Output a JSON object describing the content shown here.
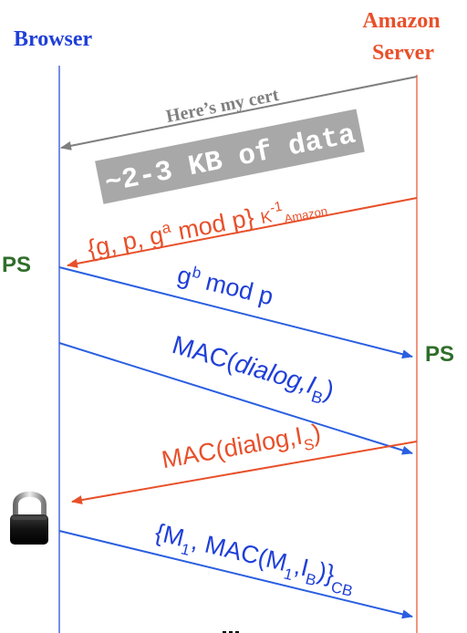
{
  "colors": {
    "browser": "#1f3fd8",
    "server": "#e8502a",
    "gray": "#7f7f7f",
    "ps": "#2f6e2a",
    "data_box": "#a8a8a8"
  },
  "parties": {
    "browser": "Browser",
    "server_line1": "Amazon",
    "server_line2": "Server"
  },
  "cert": {
    "label": "Here’s my cert",
    "data_size": "~2-3 KB of data"
  },
  "dh_msg": {
    "open": "{g, p, g",
    "exp": "a",
    "mid": " mod p} ",
    "key": "K",
    "key_exp": "-1",
    "key_sub": "Amazon"
  },
  "ps_browser": "PS",
  "ps_server": "PS",
  "gb_msg": {
    "base": "g",
    "exp": "b",
    "rest": " mod p"
  },
  "mac_b": {
    "pre": "MAC(",
    "italic": "dialog,I",
    "sub": "B",
    "post": ")"
  },
  "mac_s": {
    "pre": "MAC(dialog,I",
    "sub": "S",
    "post": ")"
  },
  "final_msg": {
    "open": "{M",
    "m_sub": "1",
    "mid": ", MAC(M",
    "m_sub2": "1",
    "i": ",I",
    "i_sub": "B",
    "close": ")}",
    "key_sub": "CB"
  },
  "lock_icon": "padlock-icon"
}
